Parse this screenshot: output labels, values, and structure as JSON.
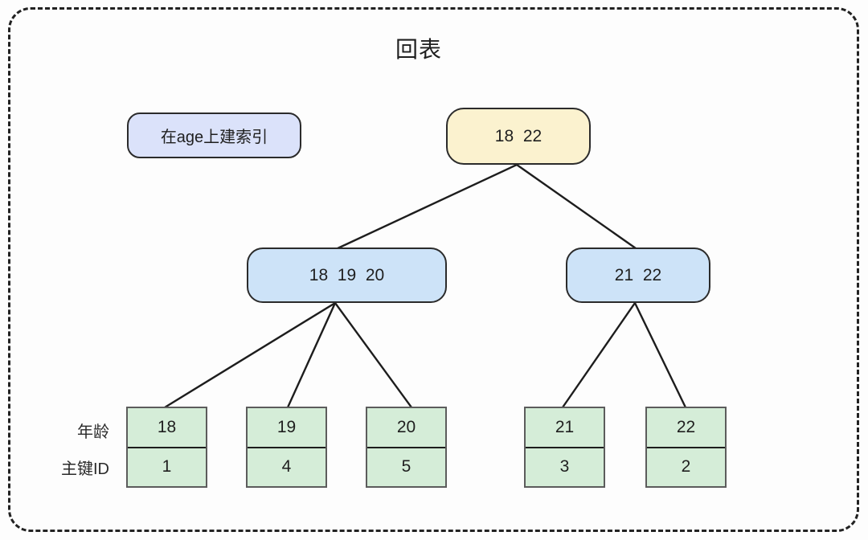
{
  "title": "回表",
  "annotation": {
    "label": "在age上建索引"
  },
  "tree": {
    "type": "b-plus-tree-index",
    "root": {
      "label": "18  22"
    },
    "internal": [
      {
        "label": "18  19  20"
      },
      {
        "label": "21  22"
      }
    ],
    "leaves": [
      {
        "age": "18",
        "id": "1"
      },
      {
        "age": "19",
        "id": "4"
      },
      {
        "age": "20",
        "id": "5"
      },
      {
        "age": "21",
        "id": "3"
      },
      {
        "age": "22",
        "id": "2"
      }
    ],
    "row_labels": {
      "age": "年龄",
      "id": "主键ID"
    }
  },
  "colors": {
    "background": "#fdfdfd",
    "frame_border": "#222222",
    "root_fill": "#fbf2cf",
    "internal_fill": "#cde3f8",
    "leaf_fill": "#d5edd8",
    "annotation_fill": "#dbe2fa",
    "line": "#1d1d1d"
  }
}
